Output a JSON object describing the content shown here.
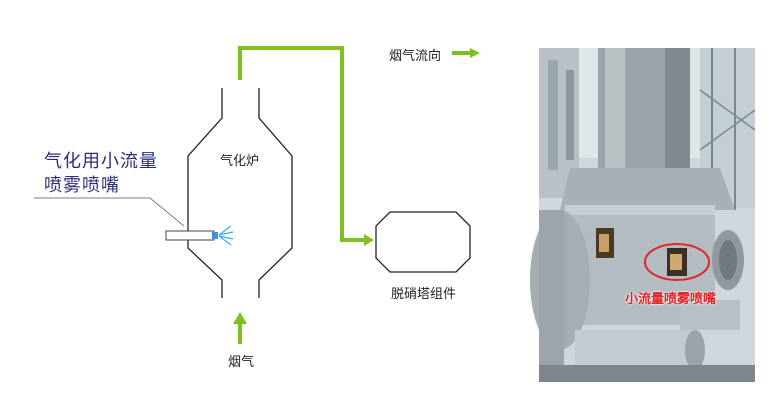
{
  "diagram": {
    "nozzle_label_line1": "气化用小流量",
    "nozzle_label_line2": "喷雾喷嘴",
    "gasifier_label": "气化炉",
    "flue_gas_label": "烟气",
    "flue_flow_label": "烟气流向",
    "denox_label": "脱硝塔组件"
  },
  "photo": {
    "callout_label": "小流量喷雾喷嘴"
  },
  "colors": {
    "flow_green": "#7dc01f",
    "outline": "#222222",
    "nozzle_label": "#2b2f7a",
    "callout_red": "#e0262a"
  },
  "icons": [
    "arrow-up-icon",
    "arrow-right-icon",
    "spray-icon"
  ]
}
